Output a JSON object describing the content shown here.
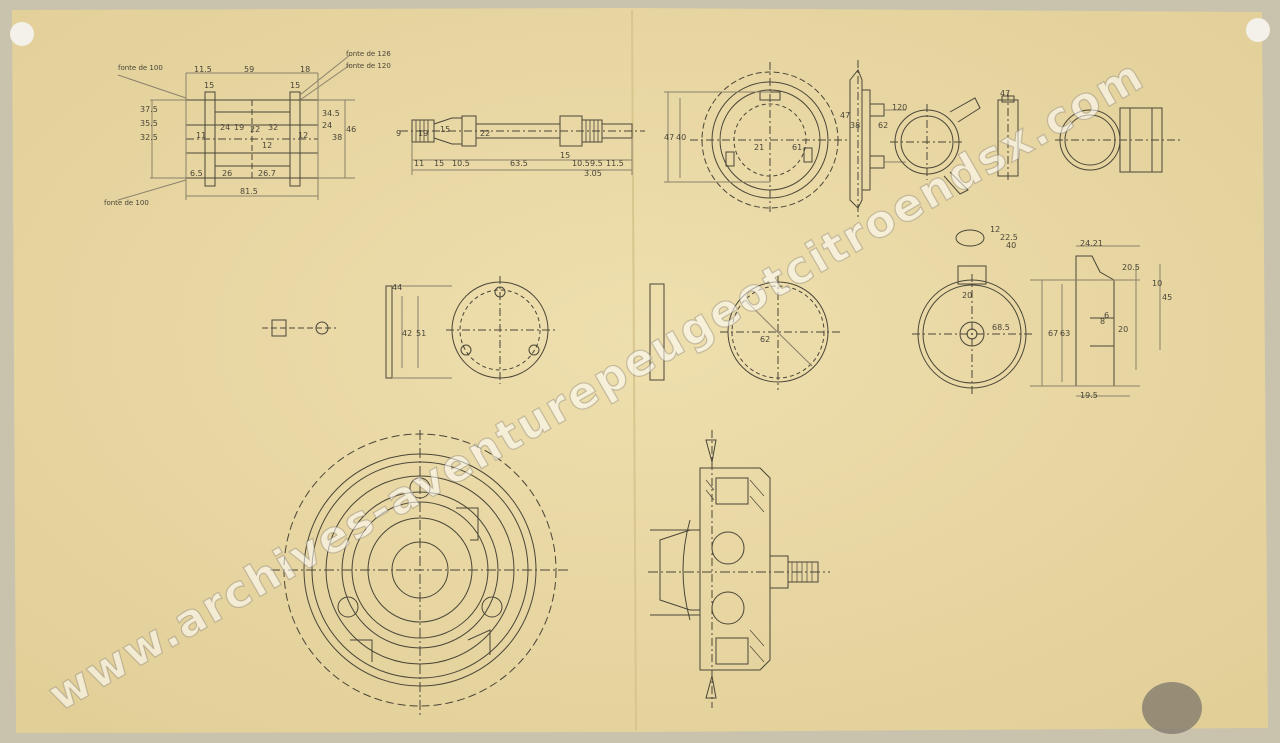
{
  "watermark": "www.archives-aventurepeugeotcitroendsx.com",
  "colors": {
    "paper": "#ecdcaa",
    "ink": "#4a4638",
    "faint": "#8a826c",
    "background": "#c9c2ad"
  },
  "notes": {
    "view_a": [
      "fonte de 126",
      "fonte de 120",
      "fonte de 100",
      "fonte de 100"
    ],
    "view_a_dims": [
      "11.5",
      "59",
      "18",
      "15",
      "15",
      "37.5",
      "35.5",
      "32.5",
      "24",
      "19",
      "22",
      "11",
      "12",
      "12",
      "32",
      "34.5",
      "24",
      "38",
      "46",
      "6.5",
      "26",
      "26.7",
      "81.5"
    ],
    "view_b_dims": [
      "9",
      "19",
      "15",
      "22",
      "11",
      "15",
      "10.5",
      "63.5",
      "15",
      "10.5",
      "9.5",
      "11.5",
      "3.05"
    ],
    "view_c_dims": [
      "47",
      "40",
      "21",
      "61",
      "62",
      "47",
      "38"
    ],
    "view_d_dims": [
      "120",
      "47"
    ],
    "view_e_dims": [
      "42",
      "51",
      "44"
    ],
    "view_f_dims": [
      "62"
    ],
    "view_g_dims": [
      "20",
      "68.5",
      "67",
      "63",
      "20.5",
      "45",
      "10",
      "8",
      "6",
      "20",
      "24.21",
      "19.5"
    ],
    "view_g_top_dims": [
      "12",
      "22.5",
      "40"
    ]
  }
}
